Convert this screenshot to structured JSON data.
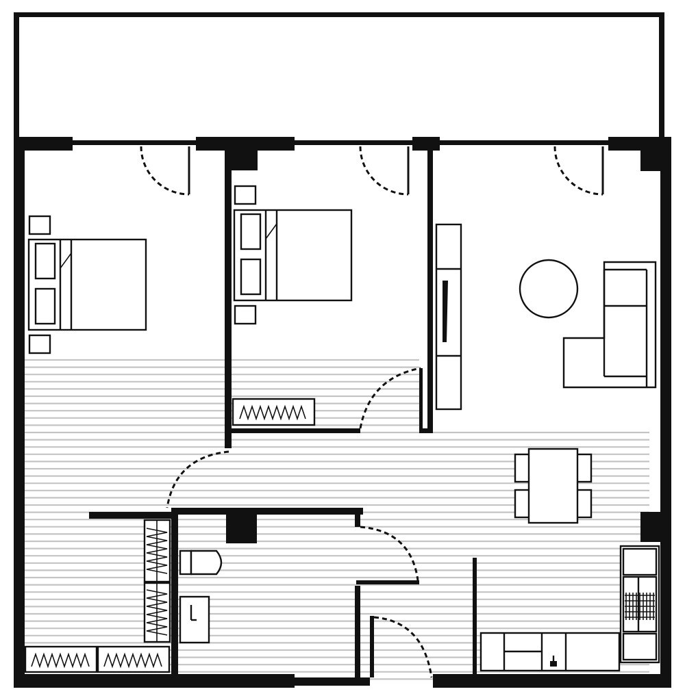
{
  "plan": {
    "colors": {
      "wall": "#111111",
      "floor_hatch": "#c4c4c4",
      "background": "#ffffff"
    },
    "rooms": [
      "balcony",
      "bedroom-1",
      "bedroom-2",
      "living-room",
      "hallway",
      "bathroom",
      "kitchen",
      "walk-in-closet"
    ],
    "icons": [
      "double-bed-icon",
      "nightstand-icon",
      "sofa-icon",
      "round-table-icon",
      "dining-table-icon",
      "chair-icon",
      "toilet-icon",
      "sink-icon",
      "wardrobe-icon",
      "kitchen-counter-icon",
      "stove-icon",
      "tv-unit-icon",
      "door-swing-icon"
    ]
  }
}
